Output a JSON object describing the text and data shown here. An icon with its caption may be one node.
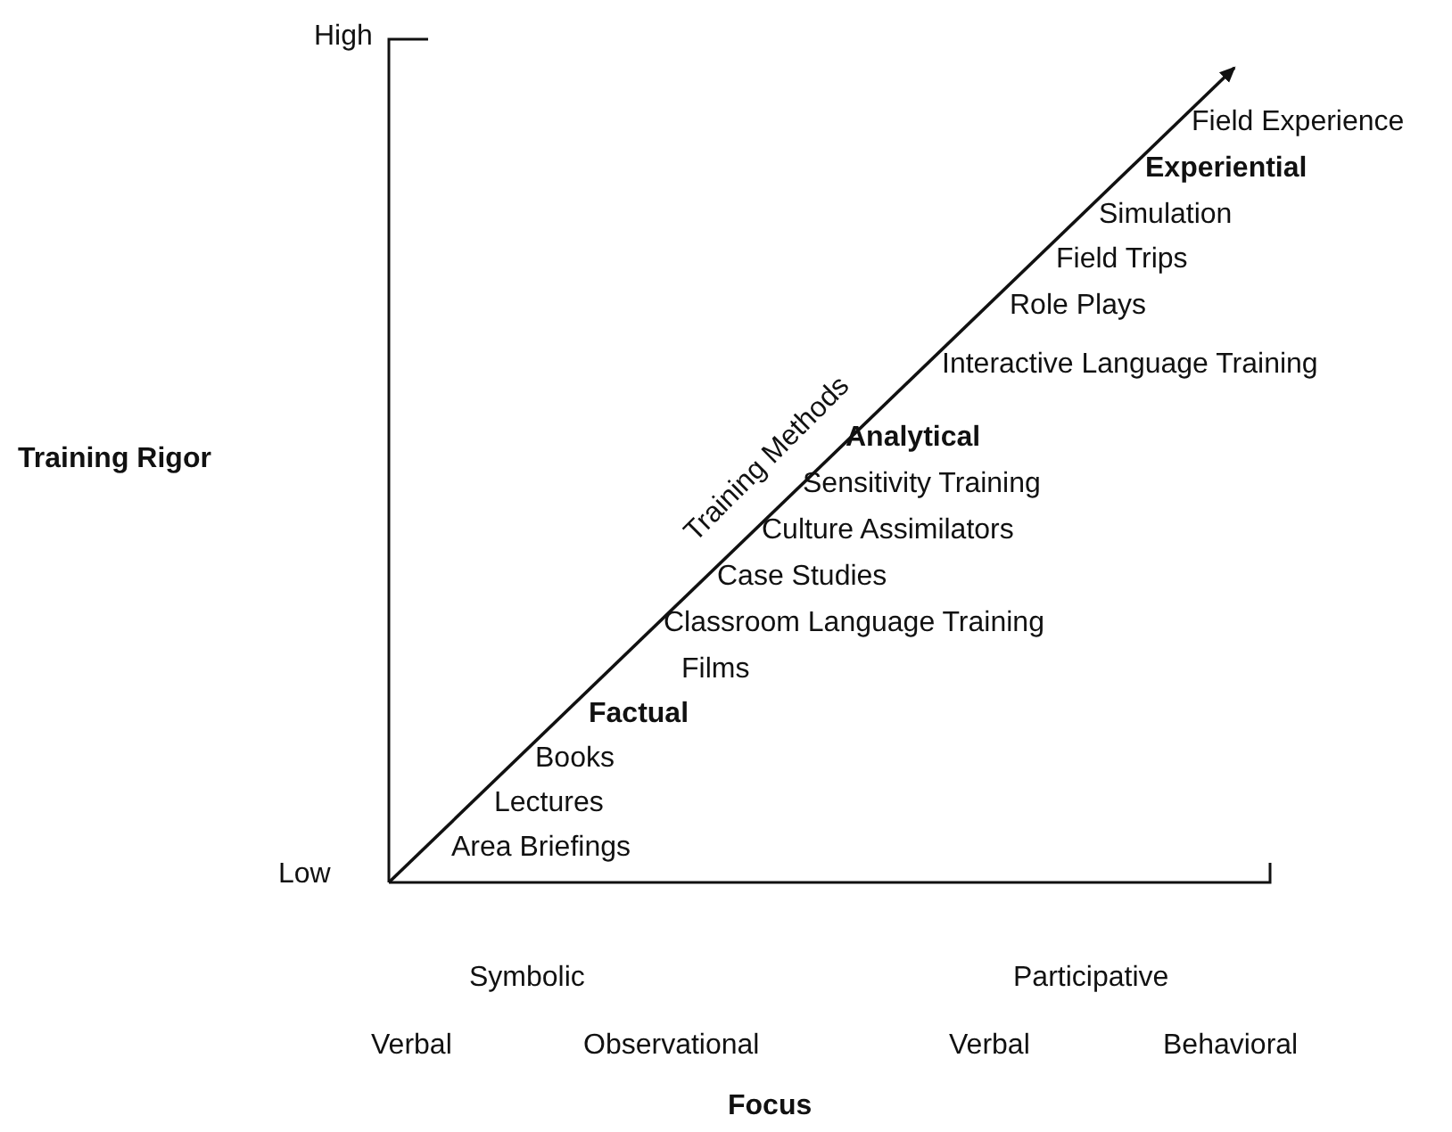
{
  "diagram": {
    "labels": [
      "High",
      "Field Experience",
      "Experiential",
      "Simulation",
      "Field Trips",
      "Role Plays",
      "Training Methods",
      "Interactive Language Training",
      "Training Rigor",
      "Analytical",
      "Sensitivity Training",
      "Culture Assimilators",
      "Case Studies",
      "Classroom Language Training",
      "Films",
      "Factual",
      "Books",
      "Lectures",
      "Area Briefings",
      "Low",
      "Symbolic",
      "Participative",
      "Verbal",
      "Observational",
      "Verbal",
      "Behavioral",
      "Focus"
    ]
  }
}
